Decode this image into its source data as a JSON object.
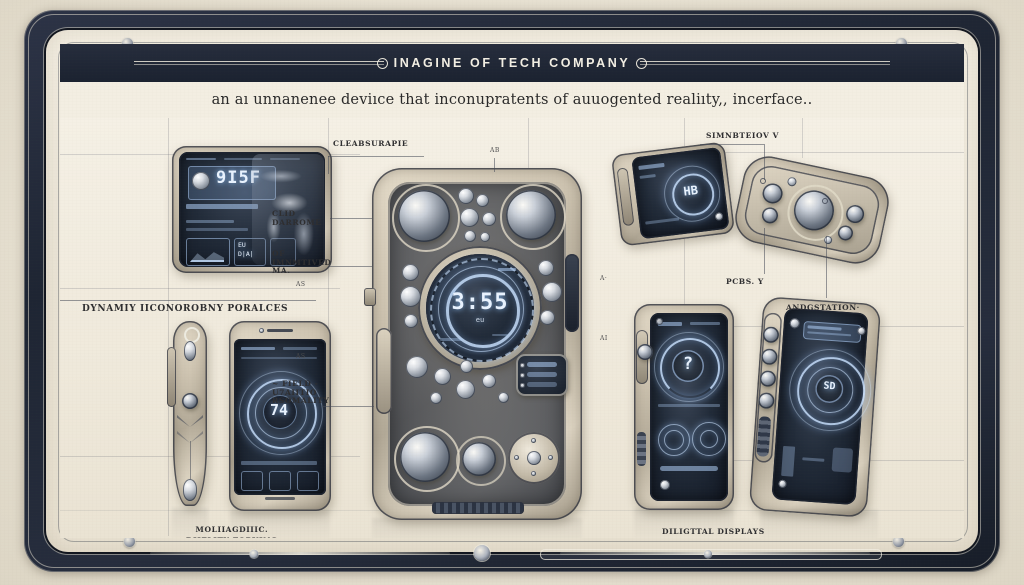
{
  "poster": {
    "title": "INAGINE OF TECH COMPANY",
    "subtitle": "an aı unnanenee deviıce that inconupratents of auuogented  realiıty,, incerface..",
    "background_color": "#e9e3d5",
    "paper_color": "#f3eee2",
    "frame_color": "#1e2533",
    "ink_color": "#2e2e30",
    "hud_glow_color": "#a8cbff"
  },
  "annotations": {
    "top_left_callout_1": "CLEABSURAPIE",
    "top_left_callout_2": "CLID\nDARROME",
    "top_left_callout_3": "OF\nIMNMTIVED\nMA.",
    "left_heading": "DYNAMIY IICONOROBNY PORALCES",
    "left_mid_callout": "~ FIELD -\nU7AIITIO\nRSOMALITY",
    "bottom_left_caption": "MOLIIAGDIIIC.\nDIIZLITY FOPUING",
    "bottom_right_caption": "DILIGTTAL DISPLAYS",
    "right_callout_1": "SIMNBTEIOV  V",
    "right_callout_2": "PCBS.  Y",
    "right_callout_3": "ANDGSTATION·",
    "tick_a": "AS",
    "tick_b": "AS",
    "tick_c": "AB",
    "tick_d": "AI",
    "tick_e": "A·"
  },
  "devices": {
    "tablet_top_left": {
      "name": "tablet-display",
      "screen_readout": "9I5F",
      "screen_sublabel": "EU\nD|A|"
    },
    "stylus_left": {
      "name": "stylus-module"
    },
    "phone_front_left": {
      "name": "phone-front",
      "screen_readout": "74"
    },
    "hero_device": {
      "name": "hero-handheld",
      "clock_readout": "3:55",
      "clock_sublabel": "eu"
    },
    "tablet_tilted_top": {
      "name": "tilted-tablet",
      "screen_glyph": "HB"
    },
    "device_top_right": {
      "name": "angled-module"
    },
    "phone_center_right": {
      "name": "phone-ar",
      "screen_glyph": "?"
    },
    "phone_far_right": {
      "name": "phone-rugged",
      "screen_glyph": "SD"
    }
  },
  "frame": {
    "rivet_count": 8,
    "rail_node_count": 4
  }
}
